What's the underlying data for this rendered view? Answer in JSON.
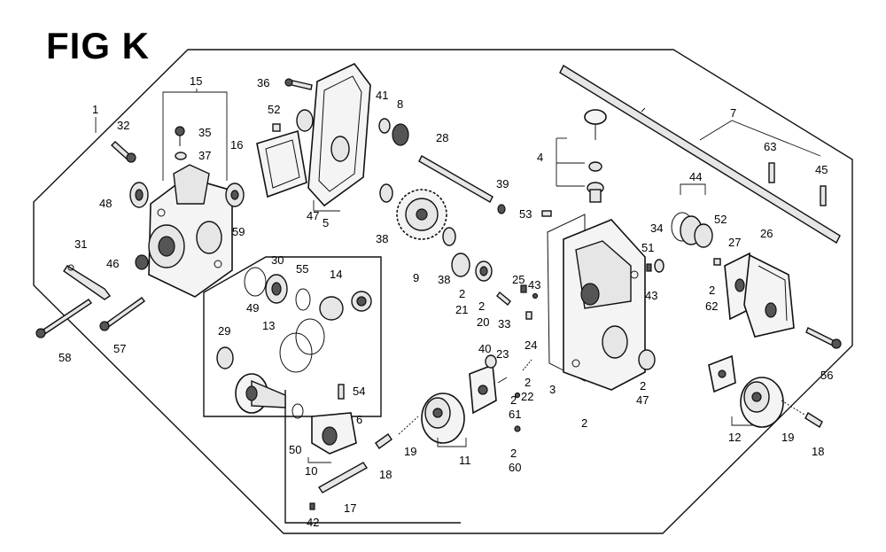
{
  "figure": {
    "title": "FIG K"
  },
  "labels": {
    "l1": "1",
    "l2a": "2",
    "l2b": "2",
    "l2c": "2",
    "l2d": "2",
    "l2e": "2",
    "l2f": "2",
    "l2g": "2",
    "l2h": "2",
    "l3": "3",
    "l4": "4",
    "l5": "5",
    "l6": "6",
    "l7": "7",
    "l8": "8",
    "l9": "9",
    "l10": "10",
    "l11": "11",
    "l12": "12",
    "l13": "13",
    "l14": "14",
    "l15": "15",
    "l16": "16",
    "l17": "17",
    "l18a": "18",
    "l18b": "18",
    "l19a": "19",
    "l19b": "19",
    "l20": "20",
    "l21": "21",
    "l22": "22",
    "l23": "23",
    "l24": "24",
    "l25": "25",
    "l26": "26",
    "l27": "27",
    "l28": "28",
    "l29": "29",
    "l30": "30",
    "l31": "31",
    "l32": "32",
    "l33": "33",
    "l34": "34",
    "l35": "35",
    "l36": "36",
    "l37": "37",
    "l38a": "38",
    "l38b": "38",
    "l39": "39",
    "l40": "40",
    "l41": "41",
    "l42": "42",
    "l43a": "43",
    "l43b": "43",
    "l44": "44",
    "l45": "45",
    "l46": "46",
    "l47a": "47",
    "l47b": "47",
    "l48": "48",
    "l49": "49",
    "l50": "50",
    "l51": "51",
    "l52a": "52",
    "l52b": "52",
    "l53": "53",
    "l54": "54",
    "l55": "55",
    "l56": "56",
    "l57": "57",
    "l58": "58",
    "l59": "59",
    "l60": "60",
    "l61": "61",
    "l62": "62",
    "l63": "63"
  }
}
